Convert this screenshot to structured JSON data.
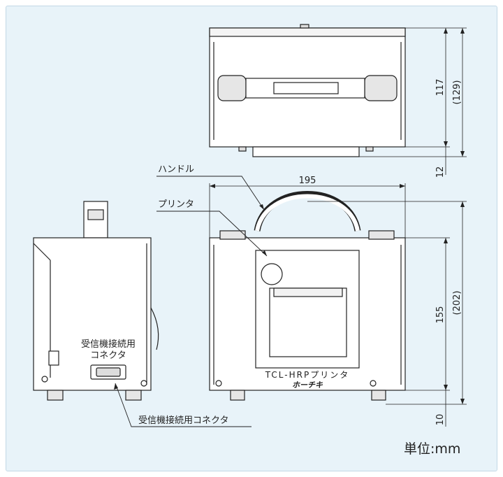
{
  "labels": {
    "handle": "ハンドル",
    "printer": "プリンタ",
    "connector_panel": "受信機接続用\nコネクタ",
    "connector_panel_line1": "受信機接続用",
    "connector_panel_line2": "コネクタ",
    "connector_callout": "受信機接続用コネクタ",
    "model": "TCL-HRPプリンタ",
    "logo": "ホーチキ",
    "unit": "単位:mm"
  },
  "dimensions": {
    "top_height": "117",
    "top_total": "(129)",
    "top_feet": "12",
    "front_width": "195",
    "front_height": "155",
    "front_total": "(202)",
    "front_feet": "10"
  },
  "colors": {
    "background": "#e8f3f9",
    "line": "#222222",
    "panel_fill": "#ffffff",
    "grey": "#c9c9c9"
  }
}
